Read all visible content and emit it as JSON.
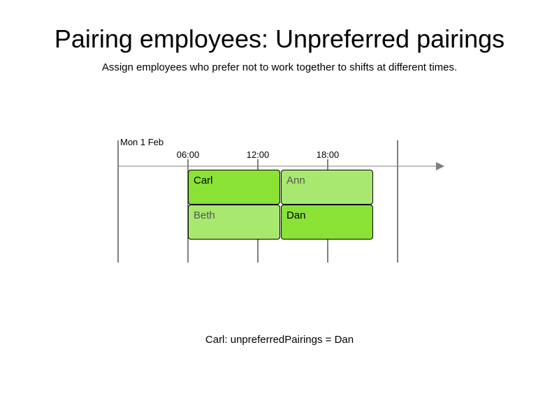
{
  "title": "Pairing employees: Unpreferred pairings",
  "subtitle": "Assign employees who prefer not to work together to shifts at different times.",
  "timeline": {
    "date_label": "Mon 1 Feb",
    "time_labels": [
      "06:00",
      "12:00",
      "18:00"
    ]
  },
  "shifts": [
    {
      "name": "Carl",
      "color": "#89e234",
      "text_color": "#000000"
    },
    {
      "name": "Ann",
      "color": "#a9e86e",
      "text_color": "#555555"
    },
    {
      "name": "Beth",
      "color": "#a9e86e",
      "text_color": "#555555"
    },
    {
      "name": "Dan",
      "color": "#89e234",
      "text_color": "#000000"
    }
  ],
  "caption": "Carl: unpreferredPairings = Dan",
  "colors": {
    "preferred_highlight": "#89e234",
    "other_shift": "#a9e86e",
    "axis": "#808080"
  }
}
